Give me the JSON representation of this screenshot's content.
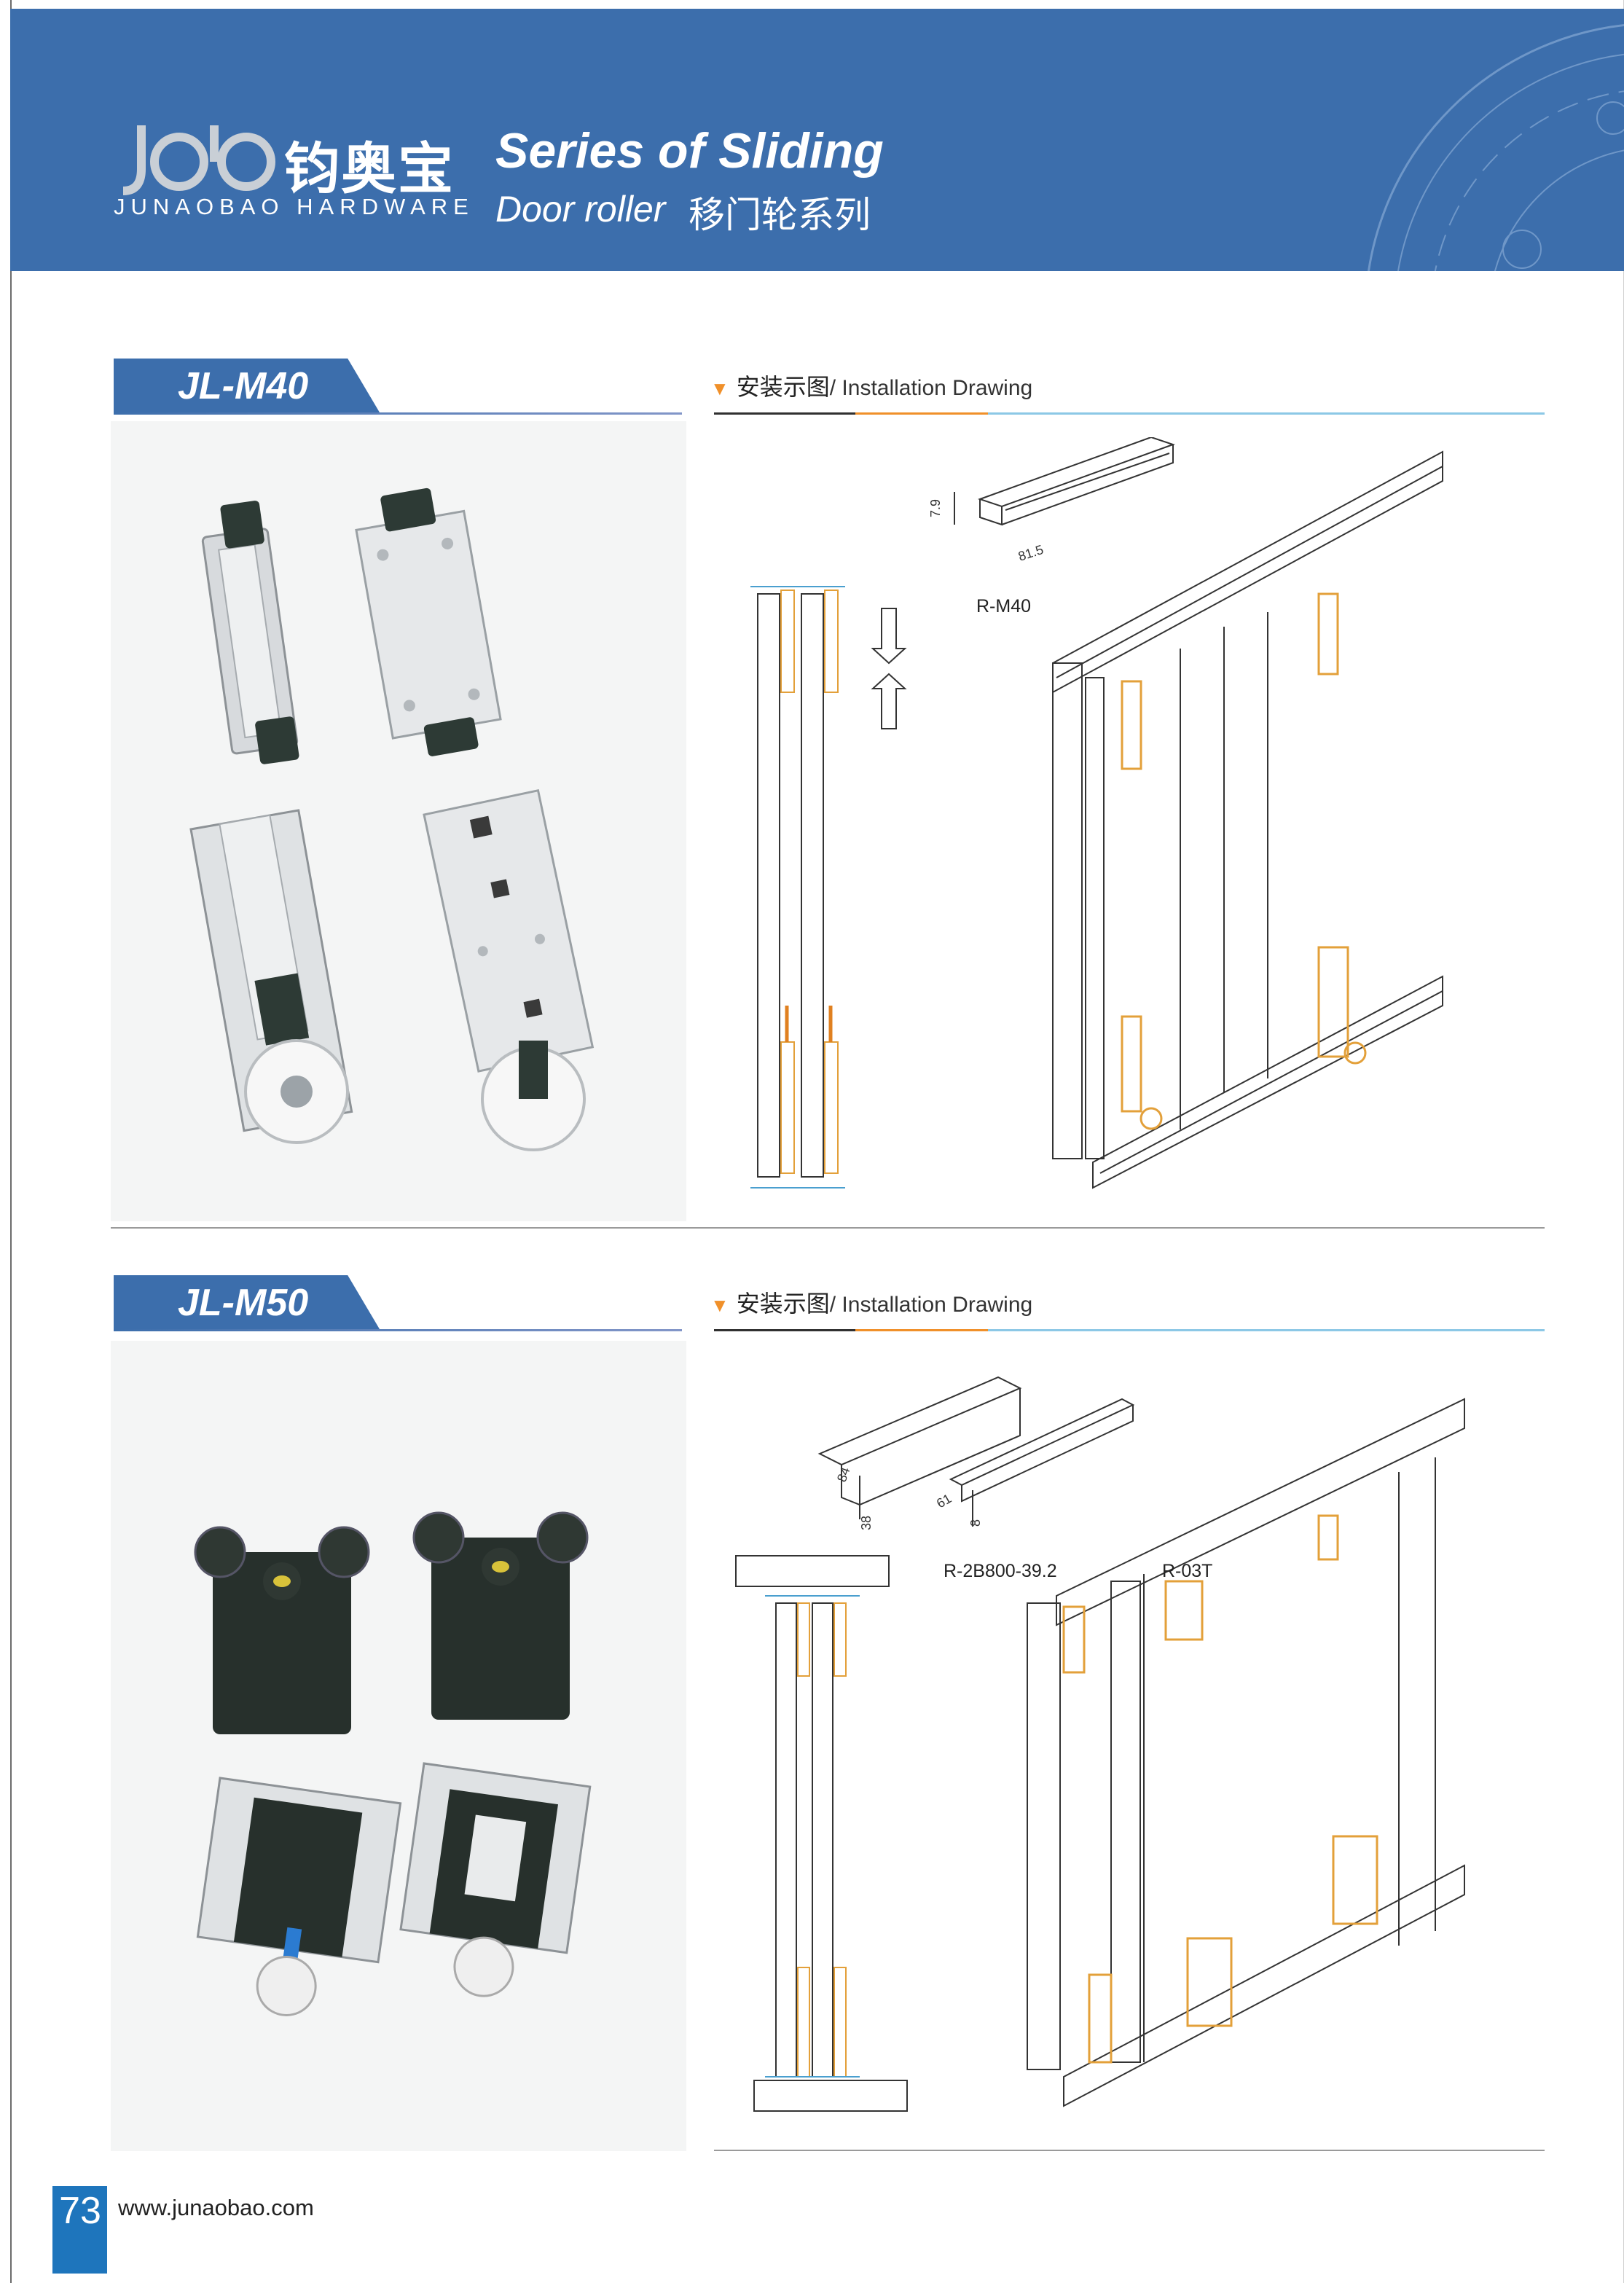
{
  "header": {
    "brand_cn": "钧奥宝",
    "brand_en": "JUNAOBAO HARDWARE",
    "series_title": "Series of Sliding",
    "series_sub_en": "Door roller",
    "series_sub_cn": "移门轮系列"
  },
  "colors": {
    "header_blue": "#3c6eac",
    "accent_orange": "#f0902a",
    "accent_light_blue": "#8cc8e6",
    "page_number_blue": "#1e75bc"
  },
  "sections": [
    {
      "model": "JL-M40",
      "install_cn": "安装示图",
      "install_en": "/ Installation Drawing",
      "profiles": [
        {
          "label": "R-M40",
          "dim_a": "7.9",
          "dim_b": "81.5"
        }
      ]
    },
    {
      "model": "JL-M50",
      "install_cn": "安装示图",
      "install_en": "/ Installation Drawing",
      "profiles": [
        {
          "label": "R-2B800-39.2",
          "dim_a": "84",
          "dim_b": "38"
        },
        {
          "label": "R-03T",
          "dim_a": "61",
          "dim_b": "8"
        }
      ]
    }
  ],
  "footer": {
    "page_number": "73",
    "url": "www.junaobao.com"
  }
}
